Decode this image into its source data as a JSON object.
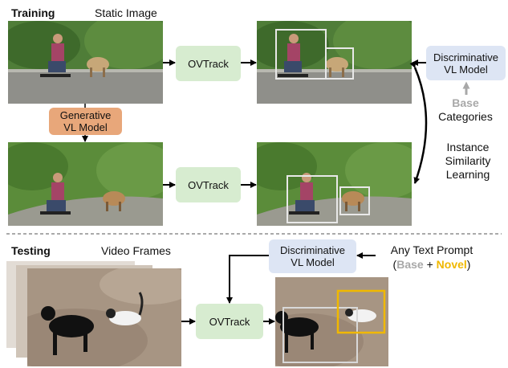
{
  "training": {
    "title": "Training",
    "subtitle": "Static Image",
    "ovtrack_top": "OVTrack",
    "ovtrack_bottom": "OVTrack",
    "generative_line1": "Generative",
    "generative_line2": "VL Model",
    "discriminative_line1": "Discriminative",
    "discriminative_line2": "VL Model",
    "base": "Base",
    "categories": "Categories",
    "isl_line1": "Instance",
    "isl_line2": "Similarity",
    "isl_line3": "Learning"
  },
  "testing": {
    "title": "Testing",
    "subtitle": "Video Frames",
    "ovtrack": "OVTrack",
    "discriminative_line1": "Discriminative",
    "discriminative_line2": "VL Model",
    "prompt_line1": "Any Text Prompt",
    "paren_open": "(",
    "base": "Base",
    "plus": " + ",
    "novel": "Novel",
    "paren_close": ")"
  },
  "colors": {
    "ovtrack_box": "#d7ecd0",
    "discriminative_box": "#dde5f4",
    "generative_box": "#e8a77a",
    "base_text": "#a8a8a8",
    "novel_text": "#f0b800"
  }
}
